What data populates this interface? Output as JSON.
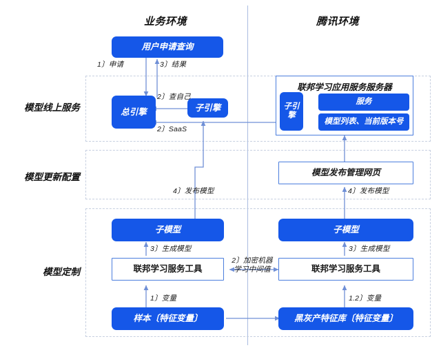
{
  "headers": {
    "left": "业务环境",
    "right": "腾讯环境"
  },
  "sections": [
    {
      "label": "模型线上服务"
    },
    {
      "label": "模型更新配置"
    },
    {
      "label": "模型定制"
    }
  ],
  "nodes": {
    "user_query": "用户申请查询",
    "main_engine": "总引擎",
    "sub_engine_left": "子引擎",
    "fl_server_title": "联邦学习应用服务服务器",
    "fl_server_sub_engine": "子引\n擎",
    "fl_server_service": "服务",
    "fl_server_model_list": "模型列表、当前版本号",
    "publish_page": "模型发布管理网页",
    "sub_model_left": "子模型",
    "sub_model_right": "子模型",
    "fl_tool_left": "联邦学习服务工具",
    "fl_tool_right": "联邦学习服务工具",
    "sample_left": "样本〔特征变量〕",
    "feature_lib_right": "黑灰产特征库〔特征变量〕"
  },
  "edge_labels": {
    "apply": "1〕申请",
    "result": "3〕结果",
    "query_self": "2〕查自己",
    "saas": "2〕SaaS",
    "publish_model_left": "4〕发布模型",
    "publish_model_right": "4〕发布模型",
    "generate_model_left": "3〕生成模型",
    "generate_model_right": "3〕生成模型",
    "encrypted_ml": "2〕加密机器\n学习中间值",
    "variable_left": "1〕变量",
    "variable_right": "1.2〕变量"
  },
  "colors": {
    "accent": "#1557e8",
    "outline": "#4a7ddd",
    "arrow": "#6f8fd6",
    "dashed": "#c6cfe0",
    "divider": "#a9bce0",
    "text": "#1a1a1a"
  }
}
